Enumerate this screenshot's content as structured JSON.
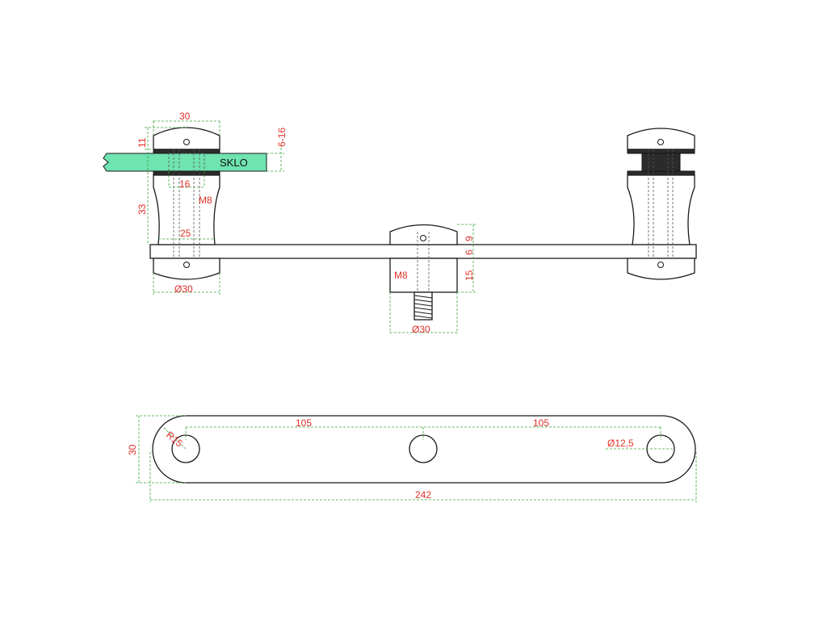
{
  "glass_label": "SKLO",
  "colors": {
    "glass": "#6fe3b0",
    "dimension_line": "#3aa63a",
    "dimension_text": "#e0302a",
    "outline": "#1a1a1a"
  },
  "left_clamp": {
    "width": "30",
    "top_height": "11",
    "glass_range": "6-16",
    "glass_hole": "16",
    "bolt": "M8",
    "body_height": "33",
    "base": "25",
    "diameter": "Ø30"
  },
  "center_standoff": {
    "top_height": "9",
    "plate_thickness": "6",
    "bolt": "M8",
    "body_height": "15",
    "diameter": "Ø30"
  },
  "plate": {
    "radius": "R15",
    "width": "30",
    "spacing_left": "105",
    "spacing_right": "105",
    "hole_diameter": "Ø12,5",
    "length": "242"
  }
}
